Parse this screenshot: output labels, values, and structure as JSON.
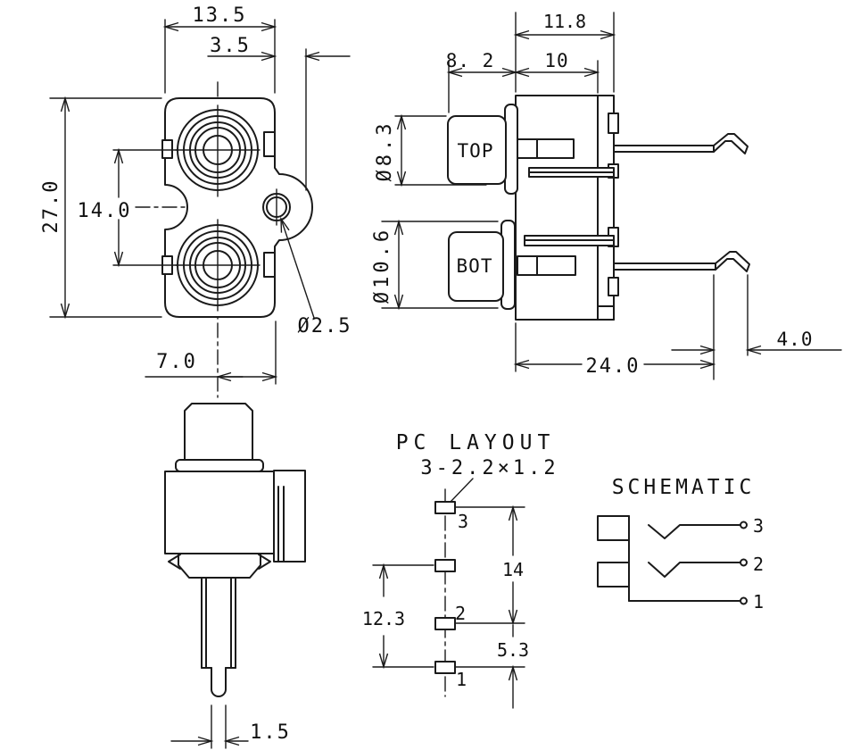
{
  "front_view": {
    "dims": {
      "width": "13.5",
      "ear_offset": "3.5",
      "height": "27.0",
      "jack_spacing": "14.0",
      "center_to_edge": "7.0",
      "mount_hole": "Ø2.5"
    }
  },
  "side_view": {
    "labels": {
      "top": "TOP",
      "bot": "BOT"
    },
    "dims": {
      "depth": "11.8",
      "barrel_length": "8. 2",
      "body_depth": "10",
      "top_od": "Ø8.3",
      "bot_od": "Ø10.6",
      "pin_span": "24.0",
      "pin_tip": "4.0"
    }
  },
  "bottom_view": {
    "dims": {
      "pin_width": "1.5"
    }
  },
  "pc_layout": {
    "title": "PC LAYOUT",
    "hole_spec": "3-2.2×1.2",
    "dims": {
      "span_3_to_2": "14",
      "span_mid_to_1": "12.3",
      "span_2_to_1": "5.3"
    },
    "pins": {
      "p3": "3",
      "p2": "2",
      "p1": "1"
    }
  },
  "schematic": {
    "title": "SCHEMATIC",
    "pins": {
      "p3": "3",
      "p2": "2",
      "p1": "1"
    }
  }
}
